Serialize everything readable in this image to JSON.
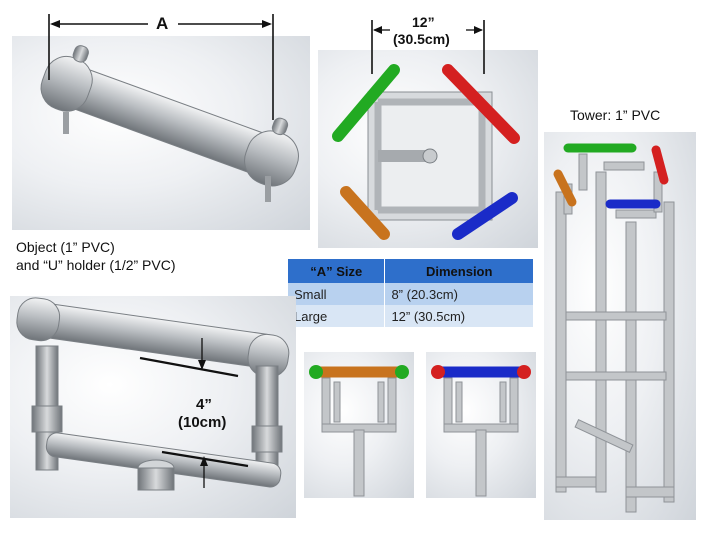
{
  "labels": {
    "dim_a": "A",
    "dim_12_in": "12”",
    "dim_12_cm": "(30.5cm)",
    "tower": "Tower: 1” PVC",
    "object_line1": "Object (1” PVC)",
    "object_line2": "and “U” holder (1/2” PVC)",
    "dim_4_in": "4”",
    "dim_4_cm": "(10cm)"
  },
  "size_table": {
    "headers": [
      "“A” Size",
      "Dimension"
    ],
    "rows": [
      [
        "Small",
        "8” (20.3cm)"
      ],
      [
        "Large",
        "12” (30.5cm)"
      ]
    ]
  },
  "colors": {
    "green": "#22aa22",
    "red": "#d42020",
    "orange": "#c8731e",
    "blue": "#1a2bc8",
    "pipe": "#b8bcc0",
    "table_header": "#2e6fcb"
  }
}
